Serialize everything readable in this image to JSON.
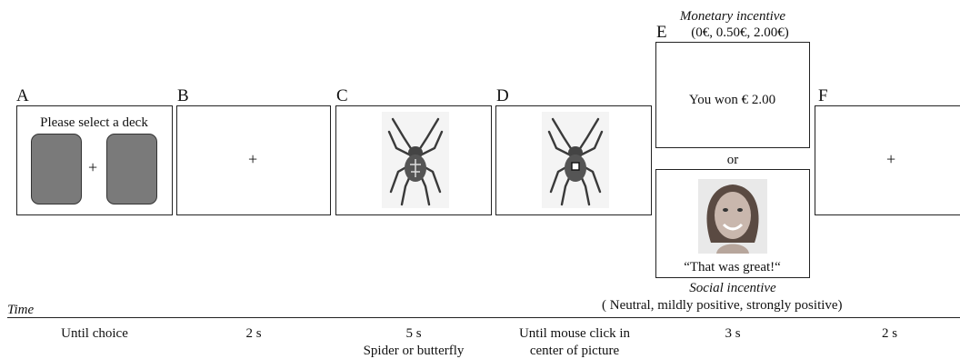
{
  "panels": {
    "A": {
      "letter": "A",
      "prompt": "Please select a deck",
      "fixation": "+"
    },
    "B": {
      "letter": "B",
      "fixation": "+"
    },
    "C": {
      "letter": "C",
      "image": "spider-photo"
    },
    "D": {
      "letter": "D",
      "image": "spider-photo-with-center-marker"
    },
    "E": {
      "letter": "E",
      "monetary_title": "Monetary incentive",
      "monetary_values": "(0€, 0.50€, 2.00€)",
      "monetary_text": "You won € 2.00",
      "or": "or",
      "social_quote": "“That was great!“",
      "social_title": "Social incentive",
      "social_values": "( Neutral, mildly positive, strongly positive)"
    },
    "F": {
      "letter": "F",
      "fixation": "+"
    }
  },
  "timeline": {
    "label": "Time",
    "durations": {
      "A": "Until choice",
      "B": "2 s",
      "C1": "5 s",
      "C2": "Spider or butterfly",
      "D1": "Until mouse click in",
      "D2": "center of picture",
      "E": "3 s",
      "F": "2 s"
    }
  },
  "colors": {
    "card": "#7a7a7a",
    "border": "#222222",
    "background": "#ffffff"
  }
}
